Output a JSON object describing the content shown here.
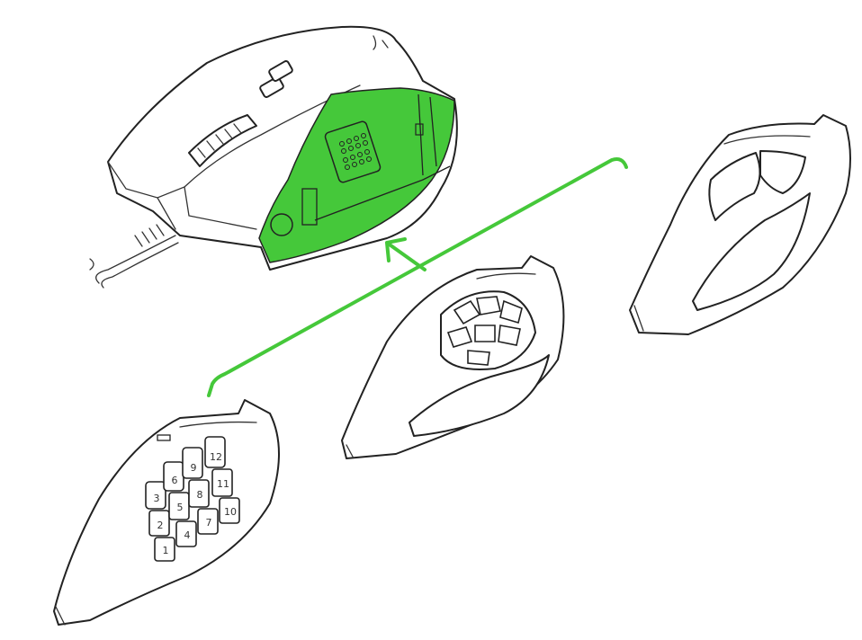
{
  "colors": {
    "accent": "#45c83a",
    "line": "#222222",
    "background": "#ffffff"
  },
  "keypad_labels": [
    "1",
    "2",
    "3",
    "4",
    "5",
    "6",
    "7",
    "8",
    "9",
    "10",
    "11",
    "12"
  ],
  "icons": [
    "mouse-body",
    "side-plate-12-button",
    "side-plate-7-button",
    "side-plate-2-button",
    "arrow-up-left-icon"
  ]
}
